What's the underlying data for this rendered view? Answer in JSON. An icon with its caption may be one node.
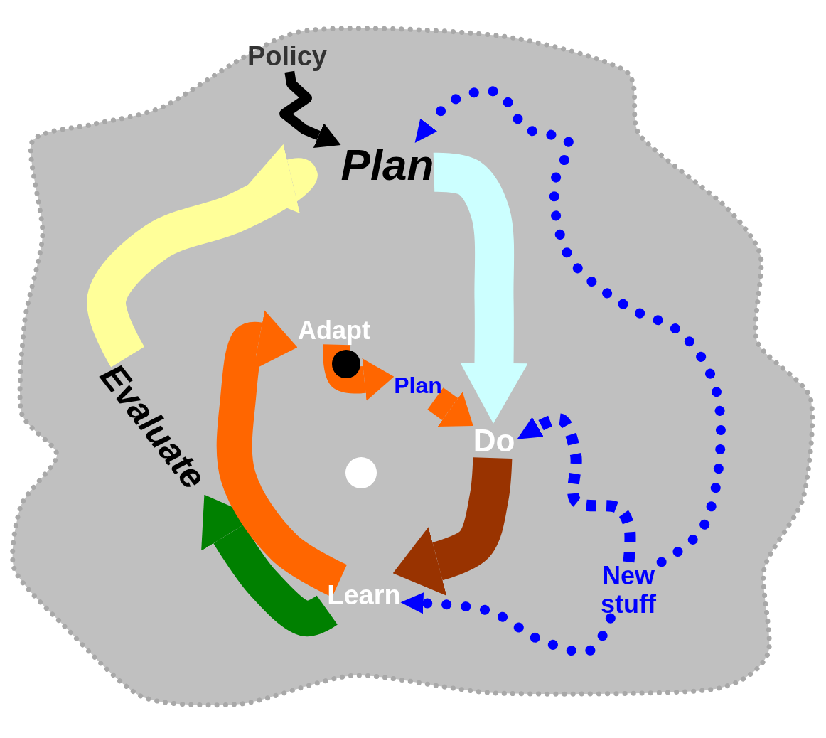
{
  "diagram": {
    "nodes": [
      {
        "text": [
          "Policy"
        ]
      },
      {
        "text": [
          "Plan"
        ]
      },
      {
        "text": [
          "Do"
        ]
      },
      {
        "text": [
          "Learn"
        ]
      },
      {
        "text": [
          "Evaluate"
        ]
      },
      {
        "text": [
          "Adapt"
        ]
      },
      {
        "text": [
          "Plan"
        ]
      },
      {
        "text": [
          "New stuff"
        ]
      }
    ],
    "edges": [
      {
        "from": 0,
        "to": 1,
        "arrow": "to",
        "color": "#000000"
      },
      {
        "from": 1,
        "to": 2,
        "arrow": "to",
        "color": "#ccffff"
      },
      {
        "from": 2,
        "to": 3,
        "arrow": "to",
        "color": "#993300"
      },
      {
        "from": 3,
        "to": 4,
        "arrow": "to",
        "color": "#008000"
      },
      {
        "from": 4,
        "to": 1,
        "arrow": "to",
        "color": "#ffff99"
      },
      {
        "from": 3,
        "to": 5,
        "arrow": "to",
        "color": "#ff6600"
      },
      {
        "from": 5,
        "to": 6,
        "arrow": "to",
        "color": "#ff6600"
      },
      {
        "from": 6,
        "to": 2,
        "arrow": "to",
        "color": "#ff6600"
      },
      {
        "from": 7,
        "to": 1,
        "arrow": "to",
        "style": "dashed",
        "color": "#0000ff"
      },
      {
        "from": 7,
        "to": 2,
        "arrow": "to",
        "style": "dashed",
        "color": "#0000ff"
      },
      {
        "from": 7,
        "to": 3,
        "arrow": "to",
        "style": "dashed",
        "color": "#0000ff"
      }
    ]
  }
}
